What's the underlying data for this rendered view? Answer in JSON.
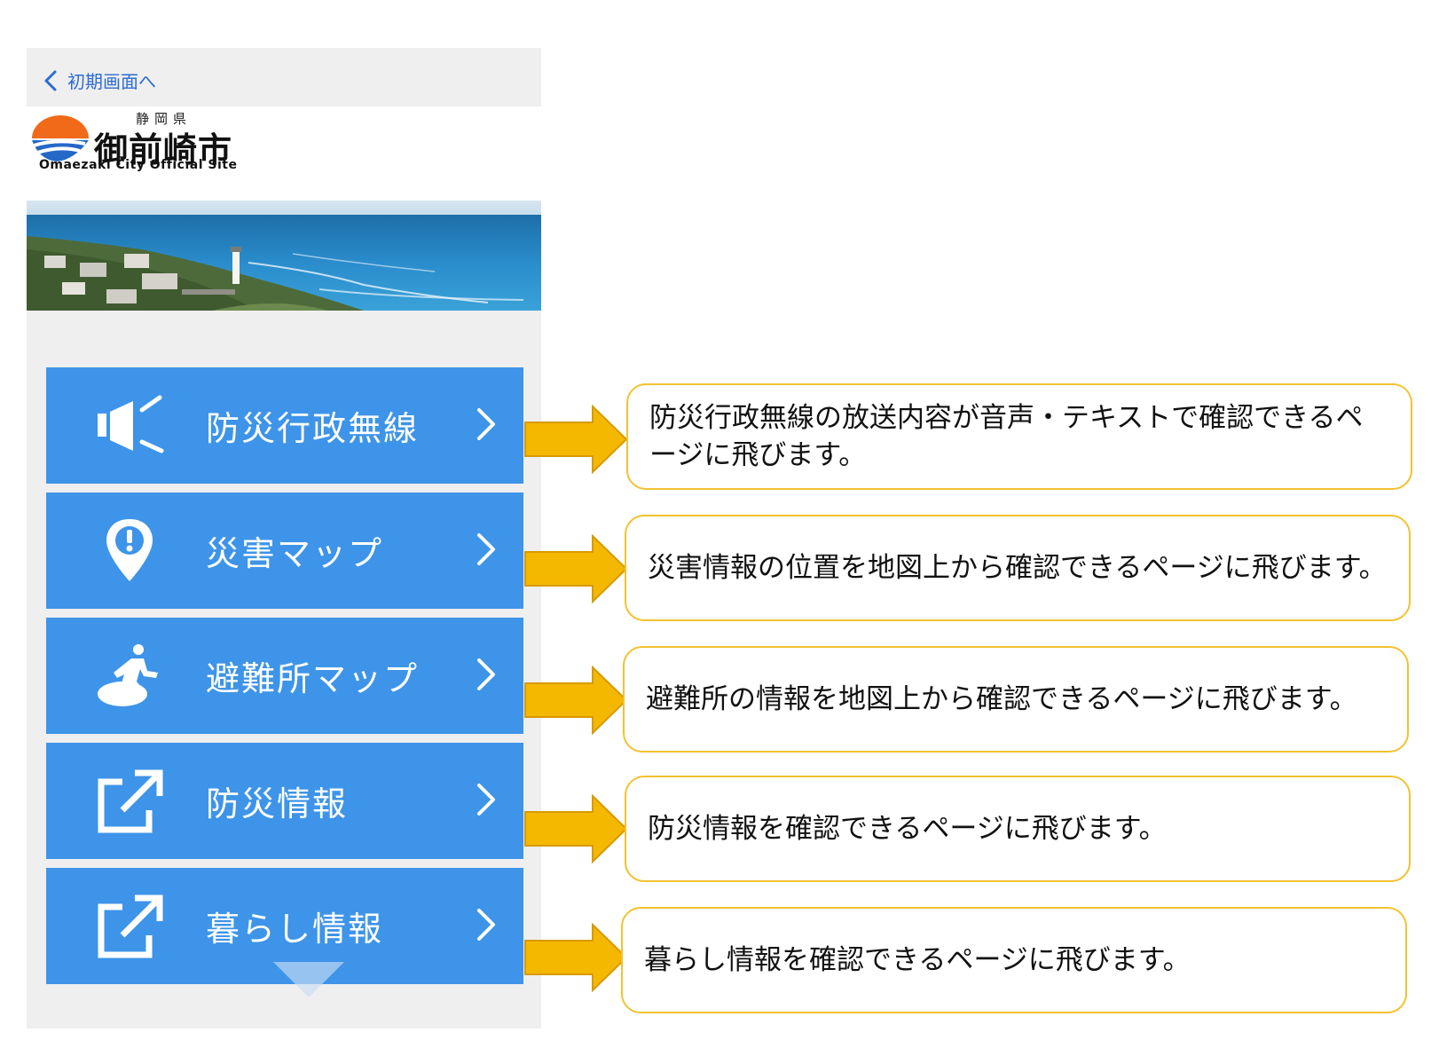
{
  "app": {
    "back_label": "初期画面へ",
    "logo": {
      "prefecture": "静岡県",
      "city": "御前崎市",
      "subtitle": "Omaezaki City Official Site"
    }
  },
  "menu": [
    {
      "label": "防災行政無線",
      "icon": "megaphone-icon"
    },
    {
      "label": "災害マップ",
      "icon": "alert-pin-icon"
    },
    {
      "label": "避難所マップ",
      "icon": "evacuation-icon"
    },
    {
      "label": "防災情報",
      "icon": "external-link-icon"
    },
    {
      "label": "暮らし情報",
      "icon": "external-link-icon"
    }
  ],
  "callouts": [
    "防災行政無線の放送内容が音声・テキストで確認できるページに飛びます。",
    "災害情報の位置を地図上から確認できるページに飛びます。",
    "避難所の情報を地図上から確認できるページに飛びます。",
    "防災情報を確認できるページに飛びます。",
    "暮らし情報を確認できるページに飛びます。"
  ],
  "colors": {
    "button_blue": "#3e94e8",
    "arrow_yellow": "#f5b800",
    "callout_border": "#f2c230",
    "back_link": "#2d6bd1"
  }
}
